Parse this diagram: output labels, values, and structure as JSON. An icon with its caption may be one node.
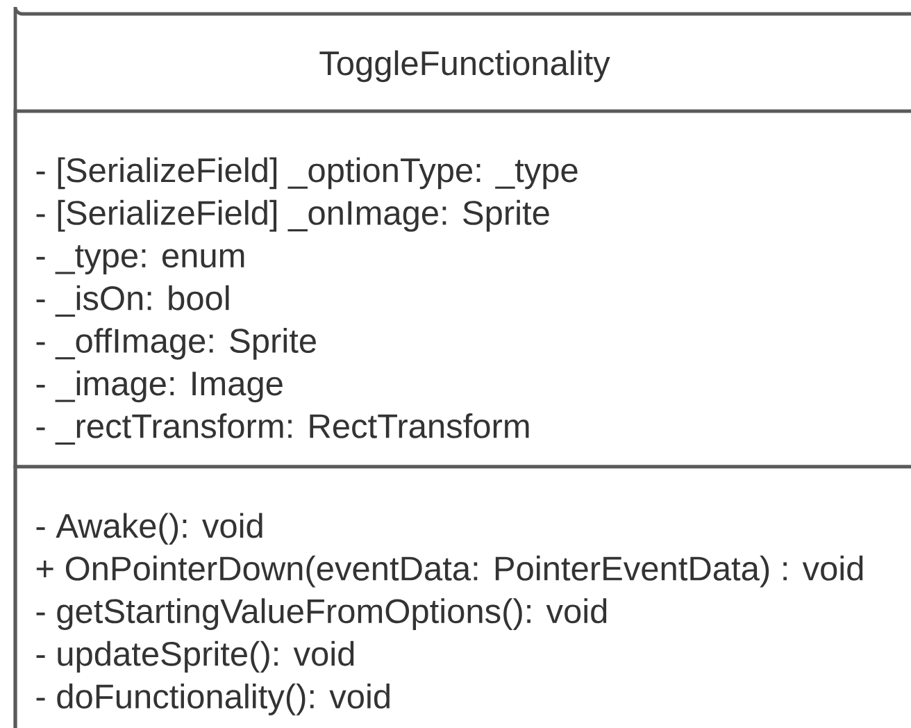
{
  "diagram": {
    "nodes": [
      {
        "text": [
          "ToggleFunctionality"
        ]
      },
      {
        "text": [
          "- [SerializeField] _optionType: _type",
          "- [SerializeField] _onImage: Sprite",
          "- _type: enum",
          "- _isOn: bool",
          "- _offImage: Sprite",
          "- _image: Image",
          "- _rectTransform: RectTransform"
        ],
        "in": 0
      },
      {
        "text": [
          "- Awake(): void",
          "+ OnPointerDown(eventData: PointerEventData) : void",
          "- getStartingValueFromOptions(): void",
          "- updateSprite(): void",
          "- doFunctionality(): void"
        ],
        "in": 0
      }
    ]
  }
}
